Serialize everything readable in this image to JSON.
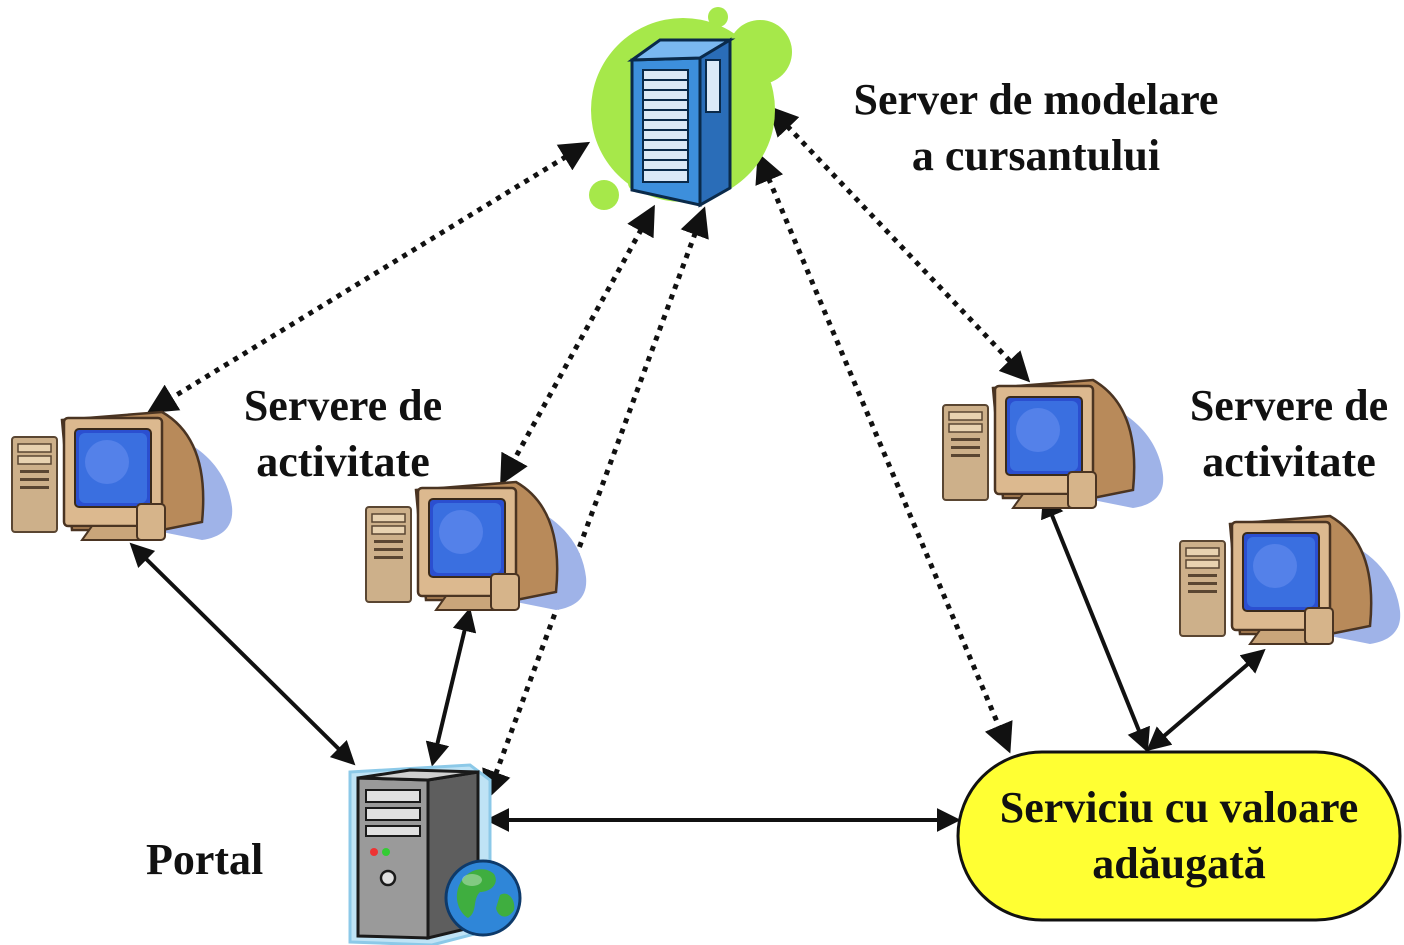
{
  "labels": {
    "modeling_server": [
      "Server de modelare",
      "a cursantului"
    ],
    "activity_servers_left": [
      "Servere de",
      "activitate"
    ],
    "activity_servers_right": [
      "Servere de",
      "activitate"
    ],
    "portal": "Portal",
    "value_added_service": [
      "Serviciu cu valoare",
      "adăugată"
    ]
  },
  "icons": {
    "modeling_server": "rack-server-icon",
    "activity_server": "desktop-computer-icon",
    "portal": "web-server-globe-icon"
  },
  "colors": {
    "server_blob": "#a6e84a",
    "rack_blue": "#3d8fdc",
    "oval_fill": "#ffff33",
    "oval_stroke": "#111111",
    "monitor_beige": "#d8b48c",
    "screen_blue": "#3a6fe0",
    "shadow_blue": "#9fb3e8"
  },
  "connections": [
    {
      "from": "modeling_server",
      "to": "activity_server_left_1",
      "style": "dotted",
      "arrows": "both"
    },
    {
      "from": "modeling_server",
      "to": "activity_server_left_2",
      "style": "dotted",
      "arrows": "both"
    },
    {
      "from": "modeling_server",
      "to": "portal",
      "style": "dotted",
      "arrows": "both"
    },
    {
      "from": "modeling_server",
      "to": "value_added_service",
      "style": "dotted",
      "arrows": "both"
    },
    {
      "from": "modeling_server",
      "to": "activity_server_right_1",
      "style": "dotted",
      "arrows": "both"
    },
    {
      "from": "activity_server_left_1",
      "to": "portal",
      "style": "solid",
      "arrows": "both"
    },
    {
      "from": "activity_server_left_2",
      "to": "portal",
      "style": "solid",
      "arrows": "both"
    },
    {
      "from": "portal",
      "to": "value_added_service",
      "style": "solid",
      "arrows": "both"
    },
    {
      "from": "activity_server_right_1",
      "to": "value_added_service",
      "style": "solid",
      "arrows": "both"
    },
    {
      "from": "activity_server_right_2",
      "to": "value_added_service",
      "style": "solid",
      "arrows": "both"
    }
  ]
}
